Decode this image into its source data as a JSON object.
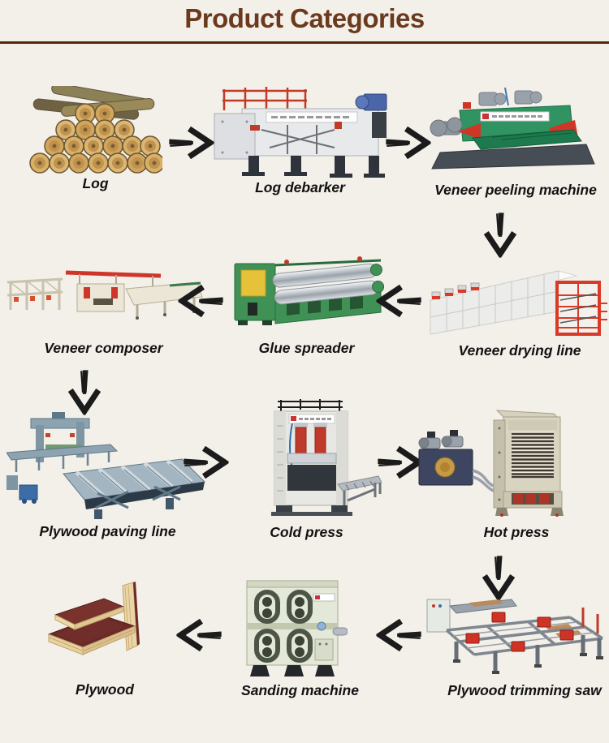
{
  "page": {
    "background_color": "#f3efe9"
  },
  "header": {
    "title": "Product Categories",
    "title_color": "#6b3a1e",
    "rule_color": "#56280c"
  },
  "flow": {
    "arrow_color": "#1b1b1b",
    "label_color": "#121212",
    "rows": [
      {
        "arrow_direction": "right",
        "items": [
          "Log",
          "Log debarker",
          "Veneer peeling machine"
        ]
      },
      {
        "arrow_direction": "left",
        "items": [
          "Veneer composer",
          "Glue spreader",
          "Veneer drying line"
        ]
      },
      {
        "arrow_direction": "right",
        "items": [
          "Plywood paving line",
          "Cold press",
          "Hot press"
        ]
      },
      {
        "arrow_direction": "left",
        "items": [
          "Plywood",
          "Sanding machine",
          "Plywood trimming saw"
        ]
      }
    ],
    "row_connectors": [
      {
        "from": "Veneer peeling machine",
        "to": "Veneer drying line",
        "direction": "down"
      },
      {
        "from": "Veneer composer",
        "to": "Plywood paving line",
        "direction": "down"
      },
      {
        "from": "Hot press",
        "to": "Plywood trimming saw",
        "direction": "down"
      }
    ]
  }
}
